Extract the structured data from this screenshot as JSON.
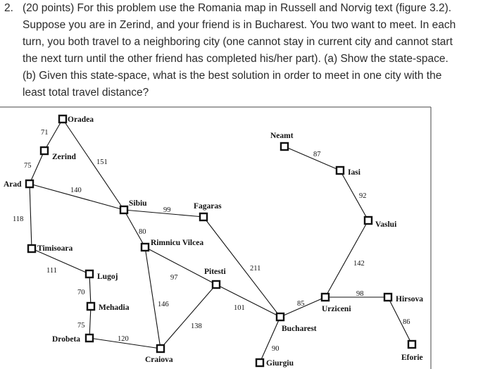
{
  "question": {
    "number": "2.",
    "lines": [
      "(20 points) For this problem use the Romania map in Russell and Norvig text (figure 3.2).",
      "Suppose you are in Zerind, and your friend is in Bucharest. You two want to meet. In each",
      "turn, you both travel to a neighboring city (one cannot stay in current city and cannot start",
      "the next turn until the other friend has completed his/her part). (a) Show the state-space.",
      "(b) Given this state-space, what is the best solution in order to meet in one city with the",
      "least total travel distance?"
    ]
  },
  "map": {
    "cities": [
      "Oradea",
      "Zerind",
      "Arad",
      "Timisoara",
      "Lugoj",
      "Mehadia",
      "Drobeta",
      "Craiova",
      "Sibiu",
      "Rimnicu Vilcea",
      "Fagaras",
      "Pitesti",
      "Bucharest",
      "Giurgiu",
      "Urziceni",
      "Neamt",
      "Iasi",
      "Vaslui",
      "Hirsova",
      "Eforie"
    ],
    "roads": [
      {
        "from": "Oradea",
        "to": "Zerind",
        "distance": "71"
      },
      {
        "from": "Zerind",
        "to": "Arad",
        "distance": "75"
      },
      {
        "from": "Oradea",
        "to": "Sibiu",
        "distance": "151"
      },
      {
        "from": "Arad",
        "to": "Sibiu",
        "distance": "140"
      },
      {
        "from": "Arad",
        "to": "Timisoara",
        "distance": "118"
      },
      {
        "from": "Timisoara",
        "to": "Lugoj",
        "distance": "111"
      },
      {
        "from": "Lugoj",
        "to": "Mehadia",
        "distance": "70"
      },
      {
        "from": "Mehadia",
        "to": "Drobeta",
        "distance": "75"
      },
      {
        "from": "Drobeta",
        "to": "Craiova",
        "distance": "120"
      },
      {
        "from": "Sibiu",
        "to": "Fagaras",
        "distance": "99"
      },
      {
        "from": "Sibiu",
        "to": "Rimnicu Vilcea",
        "distance": "80"
      },
      {
        "from": "Rimnicu Vilcea",
        "to": "Pitesti",
        "distance": "97"
      },
      {
        "from": "Rimnicu Vilcea",
        "to": "Craiova",
        "distance": "146"
      },
      {
        "from": "Craiova",
        "to": "Pitesti",
        "distance": "138"
      },
      {
        "from": "Fagaras",
        "to": "Bucharest",
        "distance": "211"
      },
      {
        "from": "Pitesti",
        "to": "Bucharest",
        "distance": "101"
      },
      {
        "from": "Bucharest",
        "to": "Giurgiu",
        "distance": "90"
      },
      {
        "from": "Bucharest",
        "to": "Urziceni",
        "distance": "85"
      },
      {
        "from": "Urziceni",
        "to": "Hirsova",
        "distance": "98"
      },
      {
        "from": "Hirsova",
        "to": "Eforie",
        "distance": "86"
      },
      {
        "from": "Urziceni",
        "to": "Vaslui",
        "distance": "142"
      },
      {
        "from": "Vaslui",
        "to": "Iasi",
        "distance": "92"
      },
      {
        "from": "Iasi",
        "to": "Neamt",
        "distance": "87"
      }
    ]
  },
  "colors": {
    "text": "#2a2a2a",
    "map_ink": "#111111",
    "node_fill": "#ffffff"
  }
}
